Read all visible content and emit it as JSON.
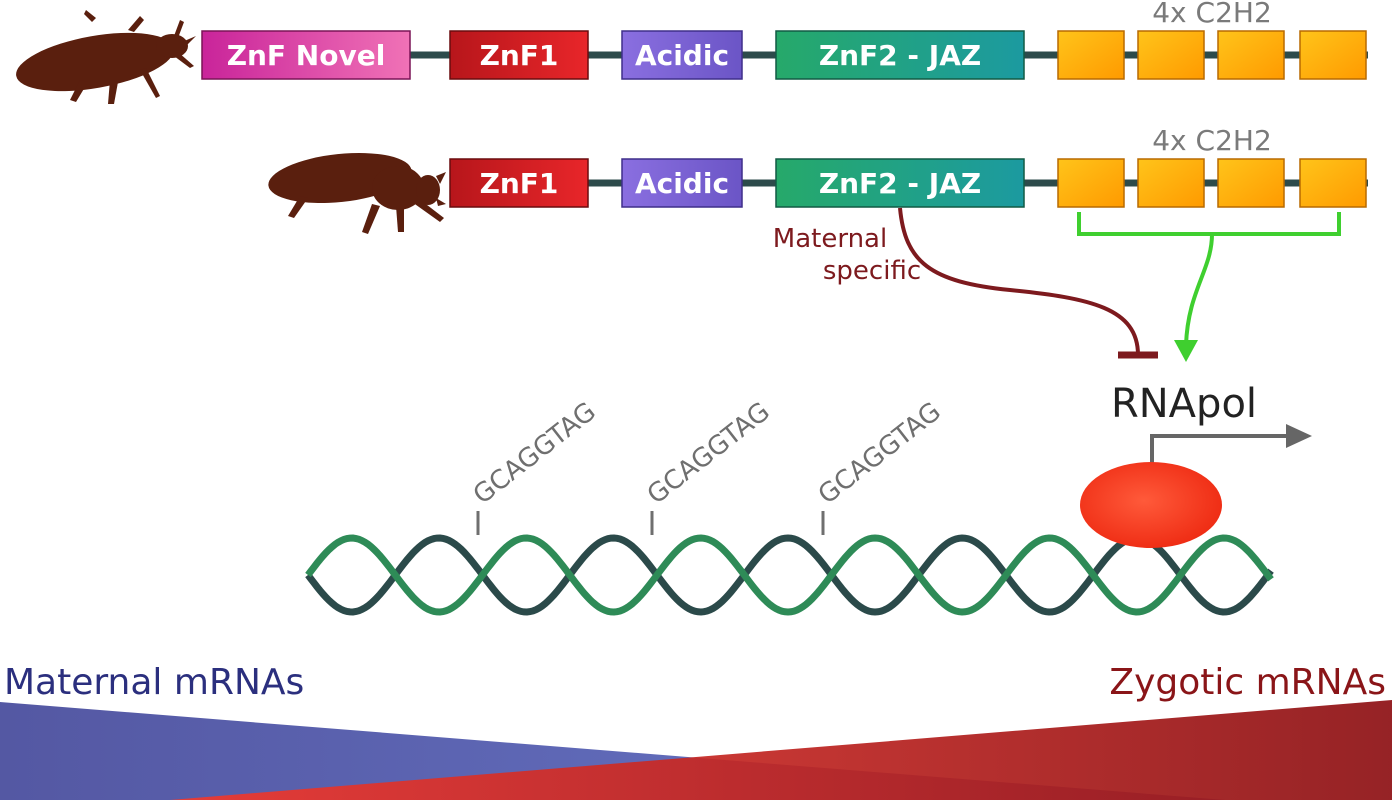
{
  "colors": {
    "backbone": "#2d4b4b",
    "znf_novel": "#d42d9d",
    "znf1": "#cc1c1c",
    "acidic": "#7d66d6",
    "znf2_jaz_start": "#22a86e",
    "znf2_jaz_end": "#1f9b95",
    "c2h2": "#ffb000",
    "maternal_arrow": "#7d1a1e",
    "zygotic_arrow": "#3fcf2f",
    "dna_strand_a": "#2e8b57",
    "dna_strand_b": "#2b4a4a",
    "rnapol_blob": "#f23a20",
    "maternal_wedge": "#4b50a8",
    "zygotic_wedge": "#a3171a"
  },
  "icons": {
    "beetle": "beetle-silhouette-icon",
    "fly": "fly-silhouette-icon"
  },
  "protein_top": {
    "domains": [
      "ZnF Novel",
      "ZnF1",
      "Acidic",
      "ZnF2 - JAZ"
    ],
    "c2h2_label": "4x C2H2"
  },
  "protein_bottom": {
    "domains": [
      "ZnF1",
      "Acidic",
      "ZnF2 - JAZ"
    ],
    "c2h2_label": "4x C2H2"
  },
  "annotations": {
    "maternal_specific_line1": "Maternal",
    "maternal_specific_line2": "specific",
    "rnapol": "RNApol"
  },
  "dna": {
    "motifs": [
      "GCAGGTAG",
      "GCAGGTAG",
      "GCAGGTAG"
    ]
  },
  "legend": {
    "maternal": "Maternal mRNAs",
    "zygotic": "Zygotic mRNAs"
  }
}
